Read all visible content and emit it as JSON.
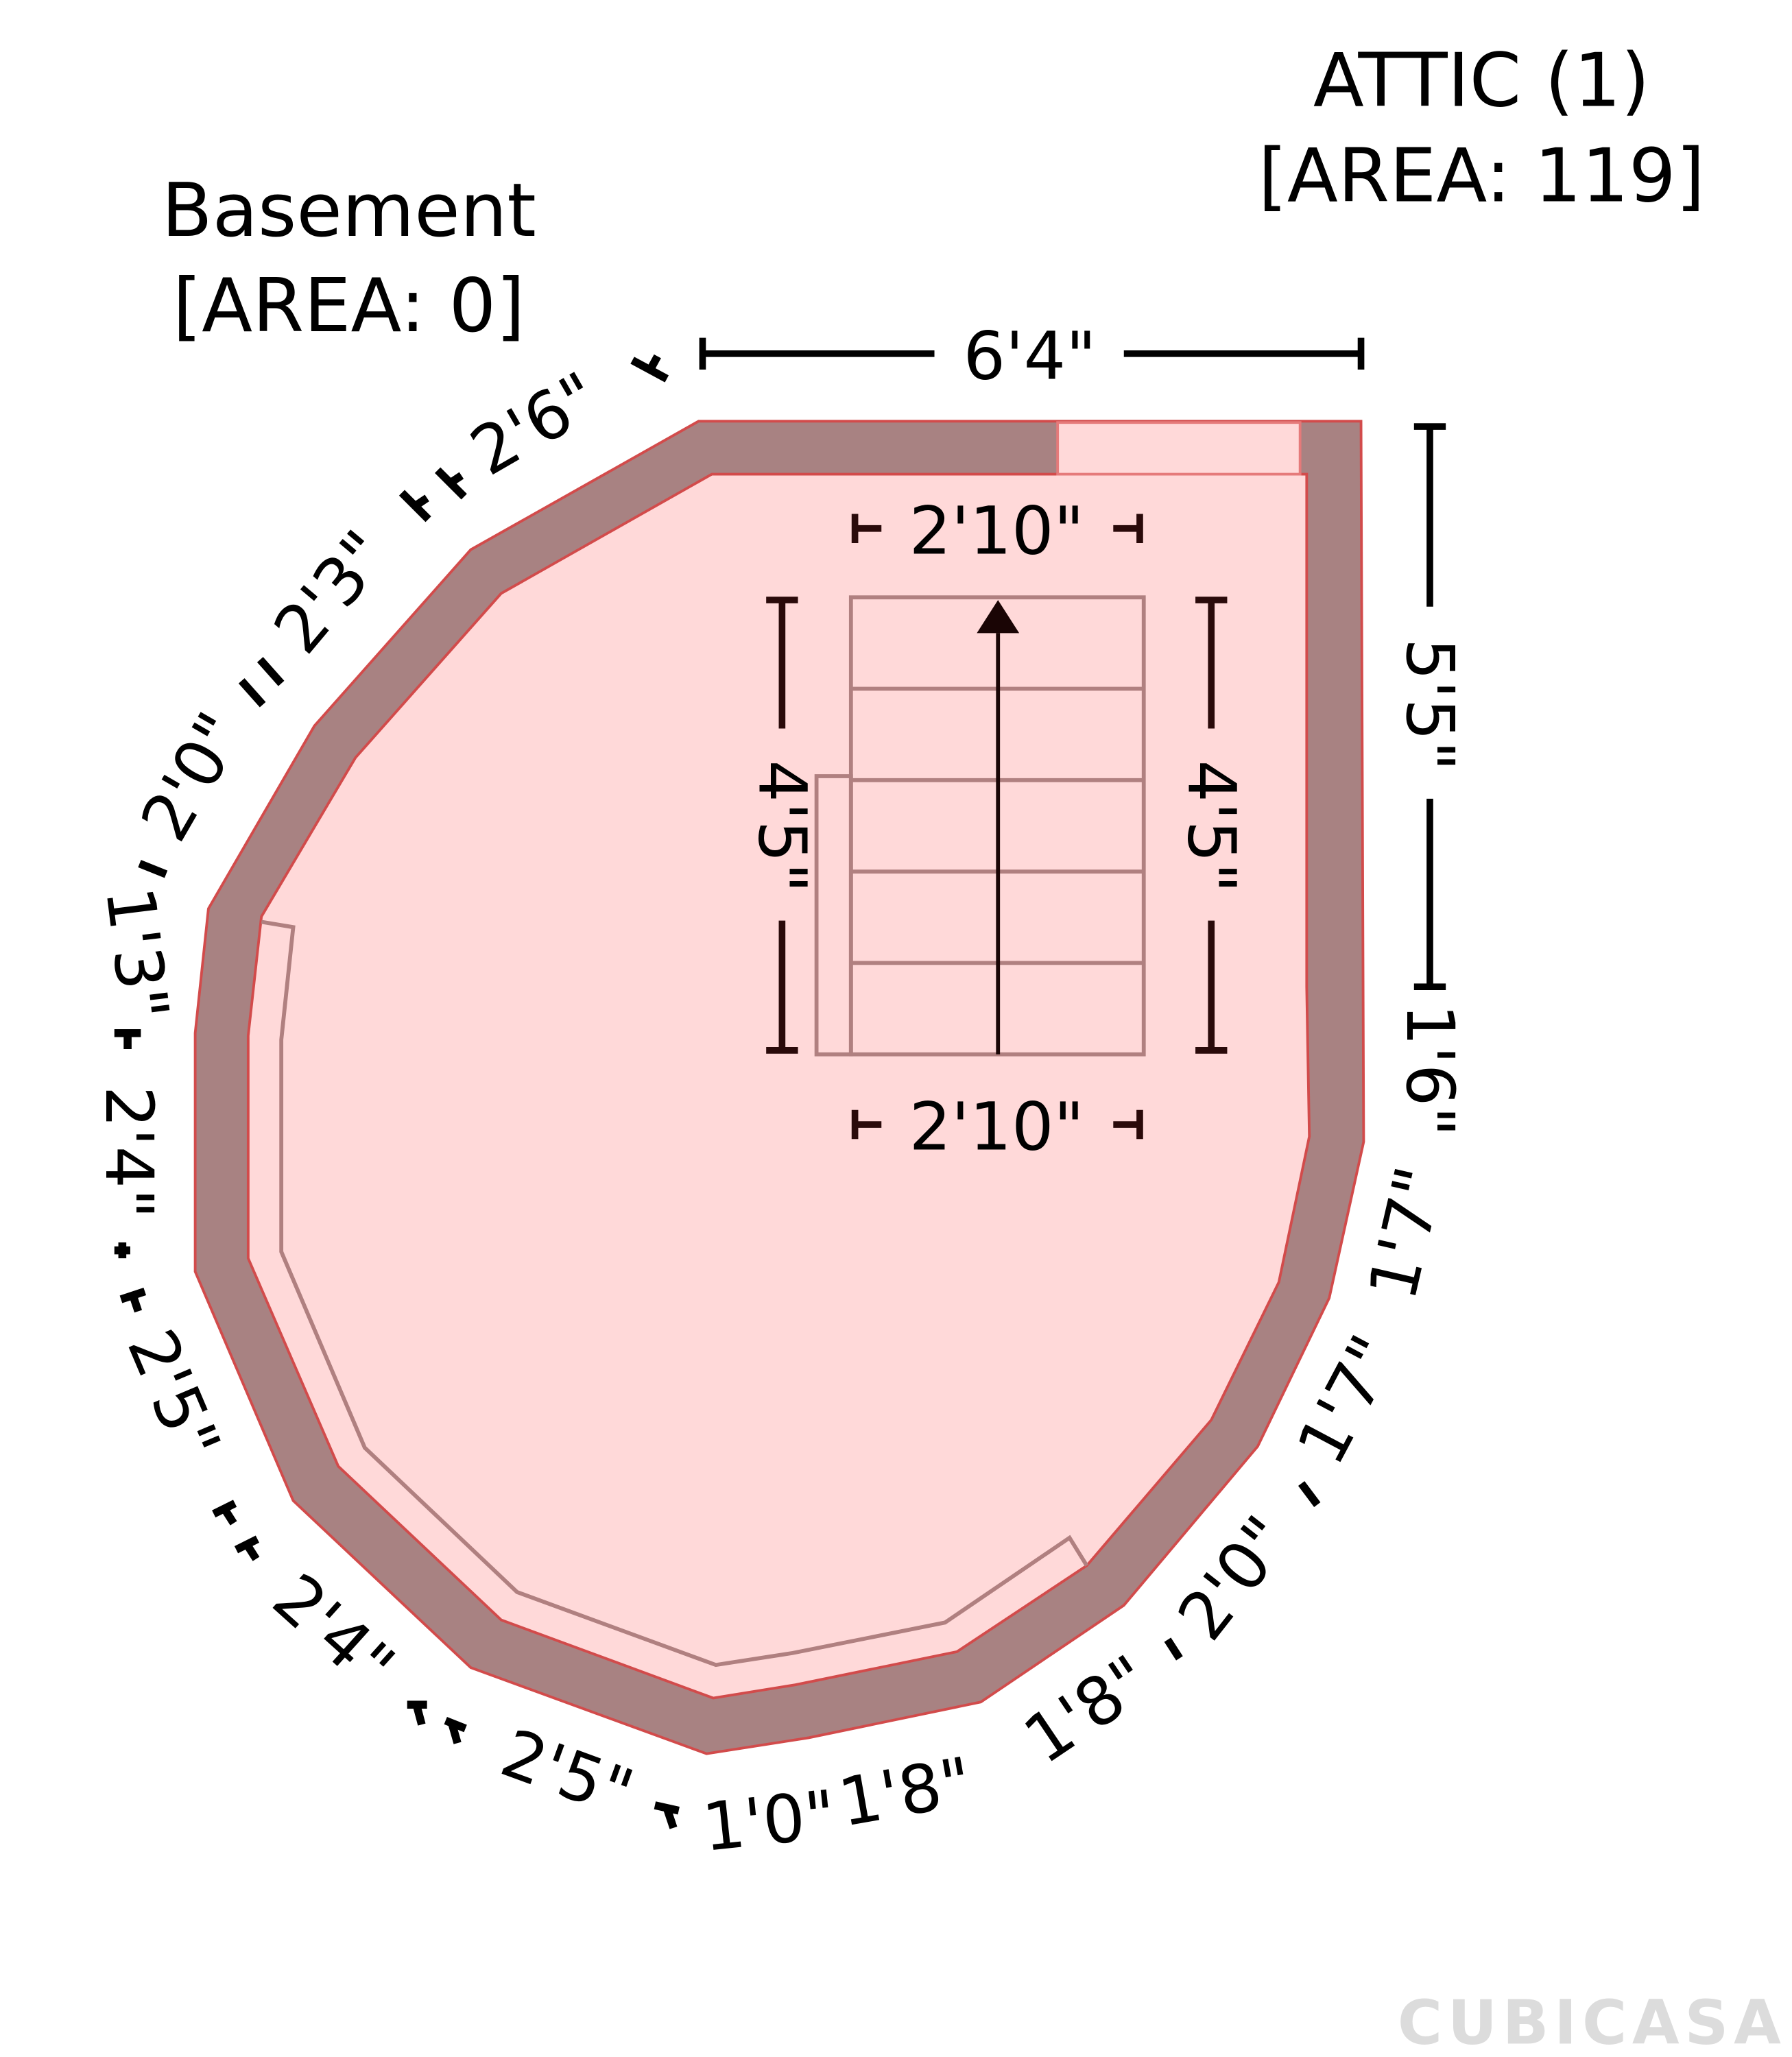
{
  "labels": {
    "basement": {
      "name": "Basement",
      "area": "[AREA: 0]"
    },
    "attic": {
      "name": "ATTIC (1)",
      "area": "[AREA: 119]"
    }
  },
  "dimensions": {
    "top": "6'4\"",
    "right_upper": "5'5\"",
    "right_lower": "1'6\"",
    "stair_top": "2'10\"",
    "stair_bottom": "2'10\"",
    "stair_left": "4'5\"",
    "stair_right": "4'5\"",
    "perimeter": [
      "2'6\"",
      "2'3\"",
      "2'0\"",
      "1'3\"",
      "2'4\"",
      "2'5\"",
      "2'4\"",
      "2'5\"",
      "1'0\"",
      "1'8\"",
      "1'8\"",
      "2'0\"",
      "1'7\"",
      "1'7\""
    ]
  },
  "stairs": {
    "direction": "up",
    "steps": 5
  },
  "colors": {
    "floor": "#ffd9d9",
    "wall": "#a88282",
    "outline": "#d24b4b",
    "inner_line": "#b08080",
    "dim_line": "#000000"
  },
  "watermark": {
    "text": "CUBICASA"
  }
}
